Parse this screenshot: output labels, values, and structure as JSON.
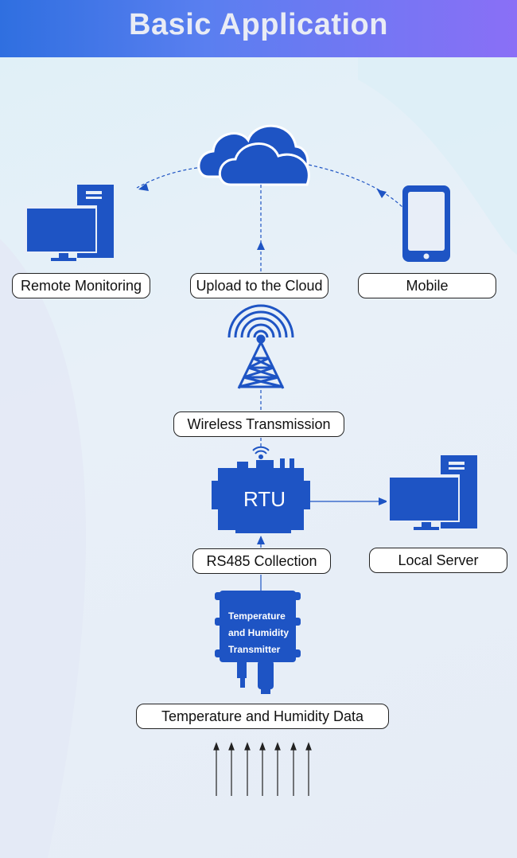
{
  "header": {
    "title": "Basic Application"
  },
  "labels": {
    "remote_monitoring": "Remote Monitoring",
    "upload_cloud": "Upload to the Cloud",
    "mobile": "Mobile",
    "wireless": "Wireless Transmission",
    "rs485": "RS485 Collection",
    "local_server": "Local Server",
    "data": "Temperature and Humidity Data"
  },
  "devices": {
    "rtu": "RTU",
    "transmitter_line1": "Temperature",
    "transmitter_line2": "and Humidity",
    "transmitter_line3": "Transmitter"
  },
  "colors": {
    "accent": "#1e54c4",
    "header_start": "#2f6fe0",
    "header_end": "#8a6ff6"
  },
  "icons": [
    "cloud-icon",
    "computer-icon",
    "mobile-phone-icon",
    "signal-tower-icon",
    "wifi-icon",
    "rtu-device-icon",
    "server-icon",
    "sensor-icon"
  ]
}
